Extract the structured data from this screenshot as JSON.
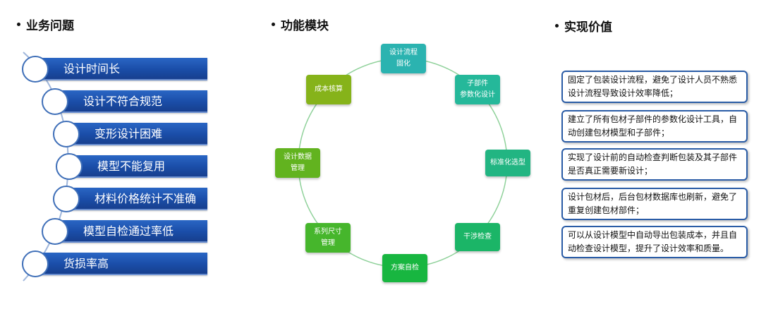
{
  "sections": {
    "problems_title": "业务问题",
    "modules_title": "功能模块",
    "value_title": "实现价值"
  },
  "problems": [
    {
      "label": "设计时间长"
    },
    {
      "label": "设计不符合规范"
    },
    {
      "label": "变形设计困难"
    },
    {
      "label": "模型不能复用"
    },
    {
      "label": "材料价格统计不准确"
    },
    {
      "label": "模型自检通过率低"
    },
    {
      "label": "货损率高"
    }
  ],
  "modules": [
    {
      "line1": "设计流程",
      "line2": "固化",
      "color": "#2bb3b0"
    },
    {
      "line1": "子部件",
      "line2": "参数化设计",
      "color": "#25b89a"
    },
    {
      "line1": "标准化选型",
      "line2": "",
      "color": "#22b582"
    },
    {
      "line1": "干涉检查",
      "line2": "",
      "color": "#1bb567"
    },
    {
      "line1": "方案自检",
      "line2": "",
      "color": "#18b640"
    },
    {
      "line1": "系列尺寸",
      "line2": "管理",
      "color": "#46b62c"
    },
    {
      "line1": "设计数据",
      "line2": "管理",
      "color": "#62b31f"
    },
    {
      "line1": "成本核算",
      "line2": "",
      "color": "#86b31a"
    }
  ],
  "values": [
    {
      "text": "固定了包装设计流程，避免了设计人员不熟悉设计流程导致设计效率降低；"
    },
    {
      "text": "建立了所有包材子部件的参数化设计工具，自动创建包材模型和子部件；"
    },
    {
      "text": "实现了设计前的自动检查判断包装及其子部件是否真正需要新设计；"
    },
    {
      "text": "设计包材后，后台包材数据库也刷新，避免了重复创建包材部件；"
    },
    {
      "text": "可以从设计模型中自动导出包装成本，并且自动检查设计模型，提升了设计效率和质量。"
    }
  ]
}
